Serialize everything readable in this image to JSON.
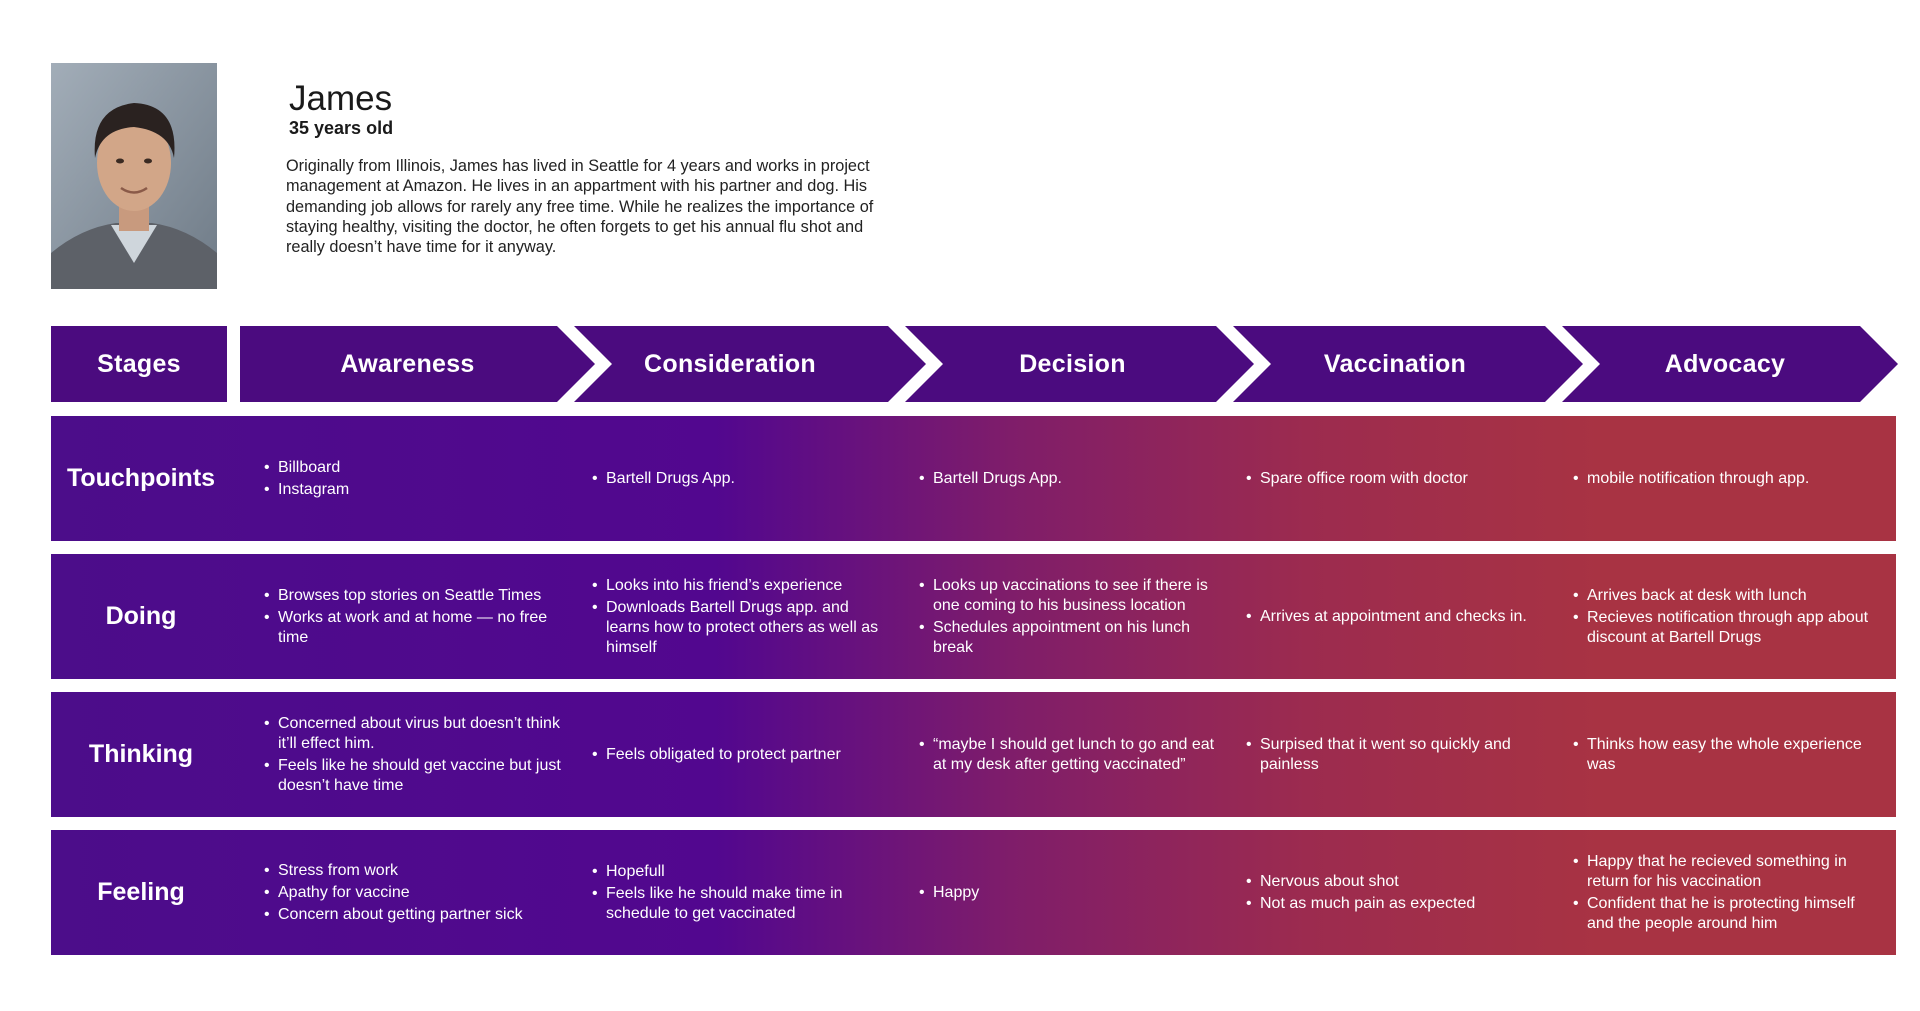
{
  "persona": {
    "name": "James",
    "age": "35 years old",
    "bio": "Originally from Illinois, James has lived in Seattle for 4 years and works in project management at Amazon. He lives in an appartment with his partner and dog. His demanding job allows for rarely any free time. While he realizes the importance of staying healthy, visiting the doctor, he often forgets to get his annual flu shot and really doesn’t have time for it anyway."
  },
  "colors": {
    "header_purple": "#4b0b7f",
    "row_start": "#4c0d8a",
    "row_end": "#a83343"
  },
  "stages": {
    "label": "Stages",
    "items": [
      "Awareness",
      "Consideration",
      "Decision",
      "Vaccination",
      "Advocacy"
    ]
  },
  "rows": [
    {
      "label": "Touchpoints",
      "cells": [
        [
          "Billboard",
          "Instagram"
        ],
        [
          "Bartell Drugs App."
        ],
        [
          "Bartell Drugs App."
        ],
        [
          "Spare office room with doctor"
        ],
        [
          "mobile notification through app."
        ]
      ]
    },
    {
      "label": "Doing",
      "cells": [
        [
          "Browses top stories on Seattle Times",
          "Works at work and at home — no free time"
        ],
        [
          "Looks into his friend’s experience",
          "Downloads Bartell Drugs app. and learns how to protect others as well as himself"
        ],
        [
          "Looks up vaccinations to see if there is one coming to his business location",
          "Schedules appointment on his lunch break"
        ],
        [
          "Arrives at appointment and checks in."
        ],
        [
          "Arrives back at desk with lunch",
          "Recieves notification through app about discount at Bartell Drugs"
        ]
      ]
    },
    {
      "label": "Thinking",
      "cells": [
        [
          "Concerned about virus but doesn’t think it’ll effect him.",
          "Feels like he should get vaccine but just doesn’t have time"
        ],
        [
          "Feels obligated to protect partner"
        ],
        [
          "“maybe I should get lunch to go and eat at my desk after getting vaccinated”"
        ],
        [
          "Surpised that it went so quickly and painless"
        ],
        [
          "Thinks how easy the whole experience was"
        ]
      ]
    },
    {
      "label": "Feeling",
      "cells": [
        [
          "Stress from work",
          "Apathy for vaccine",
          "Concern about getting partner sick"
        ],
        [
          "Hopefull",
          "Feels like he should make time in schedule to get vaccinated"
        ],
        [
          "Happy"
        ],
        [
          "Nervous about shot",
          "Not as much pain as expected"
        ],
        [
          "Happy that he recieved something in return for his vaccination",
          "Confident that he is protecting himself and the people around him"
        ]
      ]
    }
  ]
}
